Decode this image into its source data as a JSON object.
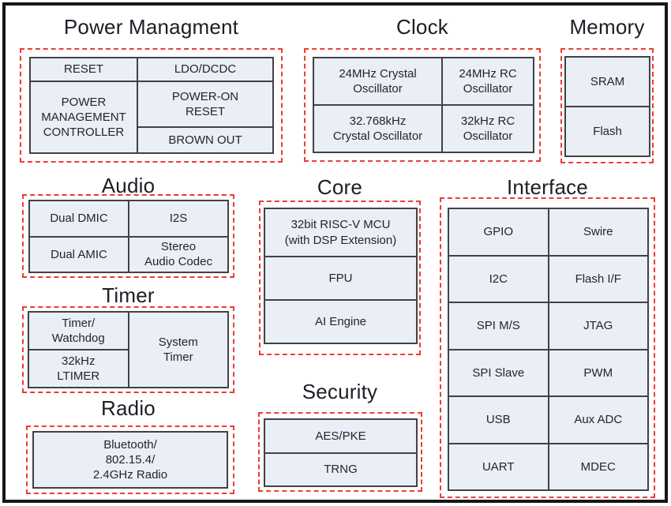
{
  "colors": {
    "frame": "#161616",
    "dashed_outline": "#ee3b30",
    "cell_border": "#404246",
    "cell_fill": "#eaeef5",
    "title_text": "#1c1e26",
    "cell_text": "#23252e"
  },
  "sections": {
    "power": {
      "title": "Power Managment",
      "cells": {
        "reset": "RESET",
        "ldo_dcdc": "LDO/DCDC",
        "power_on_reset": "POWER-ON\nRESET",
        "power_mgmt_controller": "POWER\nMANAGEMENT\nCONTROLLER",
        "brown_out": "BROWN OUT"
      }
    },
    "clock": {
      "title": "Clock",
      "cells": {
        "xtal_24mhz": "24MHz Crystal\nOscillator",
        "rc_24mhz": "24MHz RC\nOscillator",
        "xtal_32khz": "32.768kHz\nCrystal Oscillator",
        "rc_32khz": "32kHz RC\nOscillator"
      }
    },
    "memory": {
      "title": "Memory",
      "cells": {
        "sram": "SRAM",
        "flash": "Flash"
      }
    },
    "audio": {
      "title": "Audio",
      "cells": {
        "dual_dmic": "Dual DMIC",
        "i2s": "I2S",
        "dual_amic": "Dual AMIC",
        "stereo_codec": "Stereo\nAudio Codec"
      }
    },
    "core": {
      "title": "Core",
      "cells": {
        "mcu": "32bit RISC-V MCU\n(with DSP Extension)",
        "fpu": "FPU",
        "ai_engine": "AI Engine"
      }
    },
    "interface": {
      "title": "Interface",
      "cells": {
        "gpio": "GPIO",
        "swire": "Swire",
        "i2c": "I2C",
        "flash_if": "Flash I/F",
        "spi_ms": "SPI M/S",
        "jtag": "JTAG",
        "spi_slave": "SPI Slave",
        "pwm": "PWM",
        "usb": "USB",
        "aux_adc": "Aux ADC",
        "uart": "UART",
        "mdec": "MDEC"
      }
    },
    "timer": {
      "title": "Timer",
      "cells": {
        "timer_watchdog": "Timer/\nWatchdog",
        "ltimer_32khz": "32kHz\nLTIMER",
        "system_timer": "System\nTimer"
      }
    },
    "radio": {
      "title": "Radio",
      "cells": {
        "bluetooth": "Bluetooth/\n802.15.4/\n2.4GHz Radio"
      }
    },
    "security": {
      "title": "Security",
      "cells": {
        "aes_pke": "AES/PKE",
        "trng": "TRNG"
      }
    }
  }
}
